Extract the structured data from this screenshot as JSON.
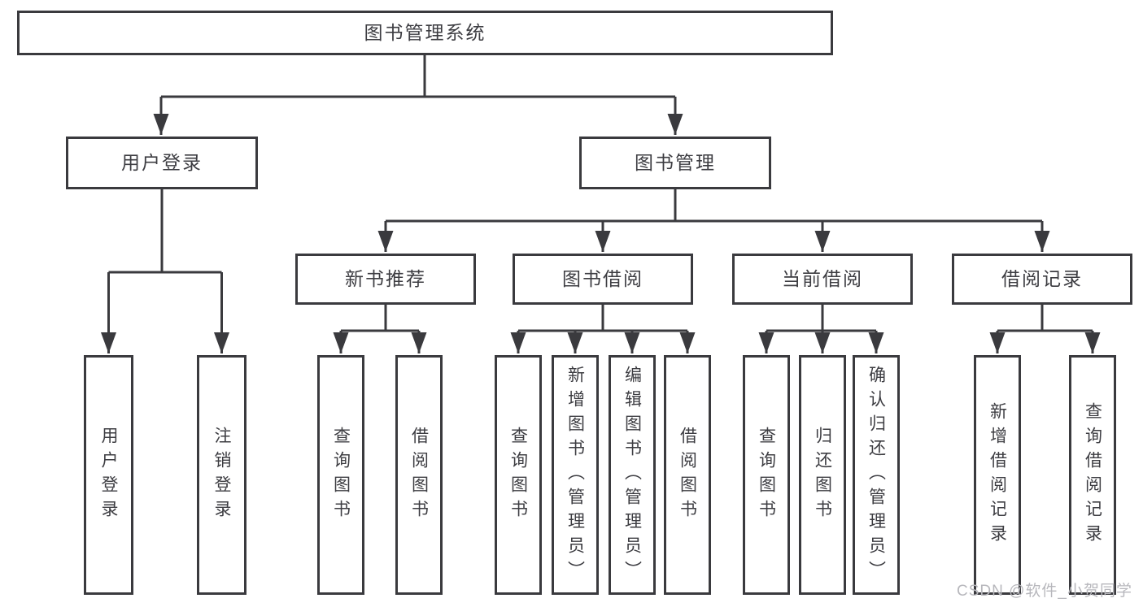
{
  "tree": {
    "root": {
      "label": "图书管理系统"
    },
    "children": [
      {
        "label": "用户登录",
        "children": [
          {
            "label": "用户登录"
          },
          {
            "label": "注销登录"
          }
        ]
      },
      {
        "label": "图书管理",
        "children": [
          {
            "label": "新书推荐",
            "children": [
              {
                "label": "查询图书"
              },
              {
                "label": "借阅图书"
              }
            ]
          },
          {
            "label": "图书借阅",
            "children": [
              {
                "label": "查询图书"
              },
              {
                "label": "新增图书（管理员）"
              },
              {
                "label": "编辑图书（管理员）"
              },
              {
                "label": "借阅图书"
              }
            ]
          },
          {
            "label": "当前借阅",
            "children": [
              {
                "label": "查询图书"
              },
              {
                "label": "归还图书"
              },
              {
                "label": "确认归还（管理员）"
              }
            ]
          },
          {
            "label": "借阅记录",
            "children": [
              {
                "label": "新增借阅记录"
              },
              {
                "label": "查询借阅记录"
              }
            ]
          }
        ]
      }
    ]
  },
  "watermark": "CSDN @软件_小贺同学",
  "colors": {
    "line": "#3a3a3e",
    "text": "#3d3d42",
    "box_background": "#ffffff",
    "watermark": "#b7b7bc",
    "background": "#ffffff"
  }
}
